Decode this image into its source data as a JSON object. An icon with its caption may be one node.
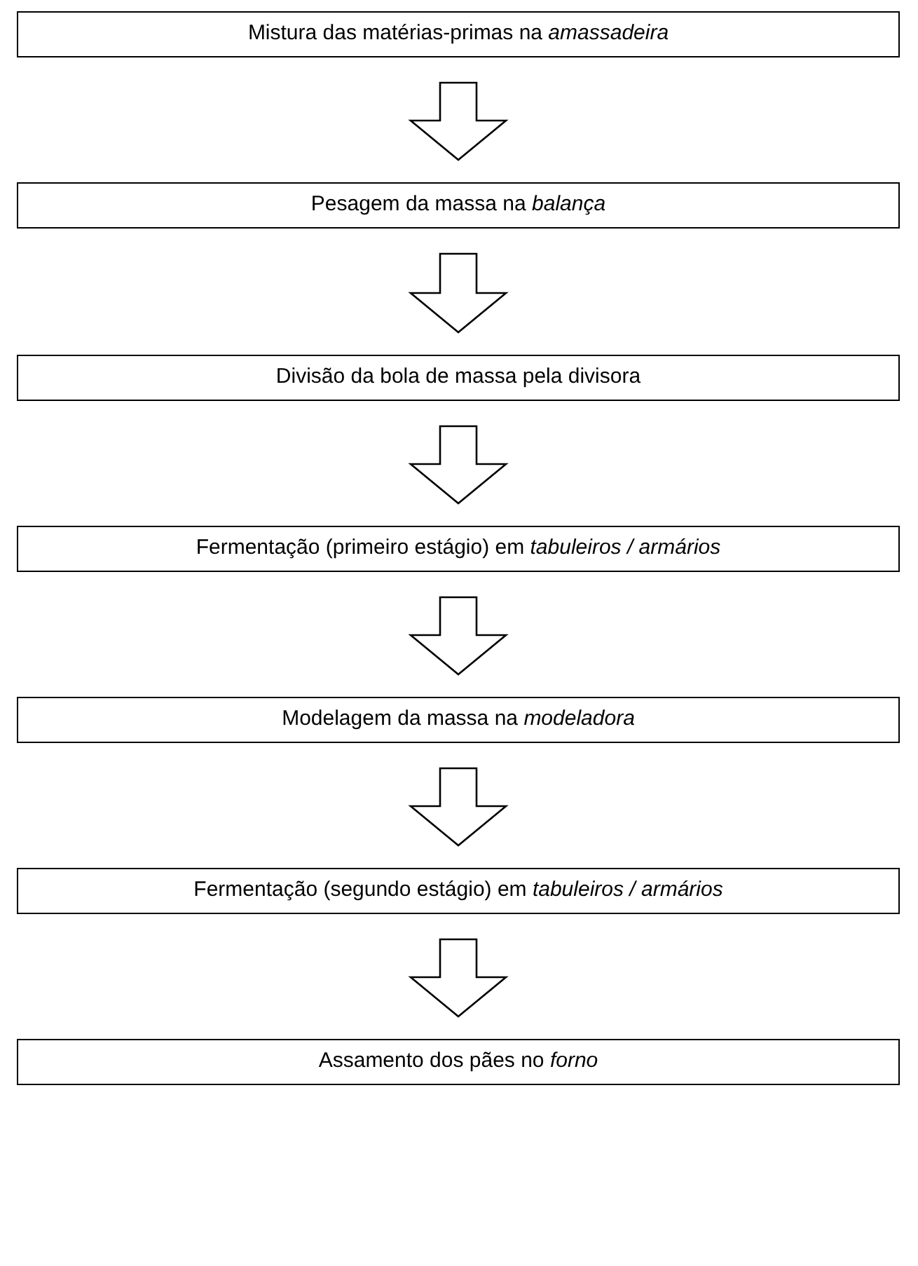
{
  "diagram": {
    "nodes": [
      {
        "text": [
          "Mistura das matérias-primas na *amassadeira*"
        ]
      },
      {
        "text": [
          "Pesagem da massa na *balança*"
        ]
      },
      {
        "text": [
          "Divisão da bola de massa pela divisora"
        ]
      },
      {
        "text": [
          "Fermentação (primeiro estágio) em *tabuleiros / armários*"
        ]
      },
      {
        "text": [
          "Modelagem da massa na *modeladora*"
        ]
      },
      {
        "text": [
          "Fermentação (segundo estágio) em *tabuleiros / armários*"
        ]
      },
      {
        "text": [
          "Assamento dos pães no *forno*"
        ]
      }
    ],
    "edges": [
      {
        "from": 0,
        "to": 1,
        "arrow": "to"
      },
      {
        "from": 1,
        "to": 2,
        "arrow": "to"
      },
      {
        "from": 2,
        "to": 3,
        "arrow": "to"
      },
      {
        "from": 3,
        "to": 4,
        "arrow": "to"
      },
      {
        "from": 4,
        "to": 5,
        "arrow": "to"
      },
      {
        "from": 5,
        "to": 6,
        "arrow": "to"
      }
    ]
  }
}
